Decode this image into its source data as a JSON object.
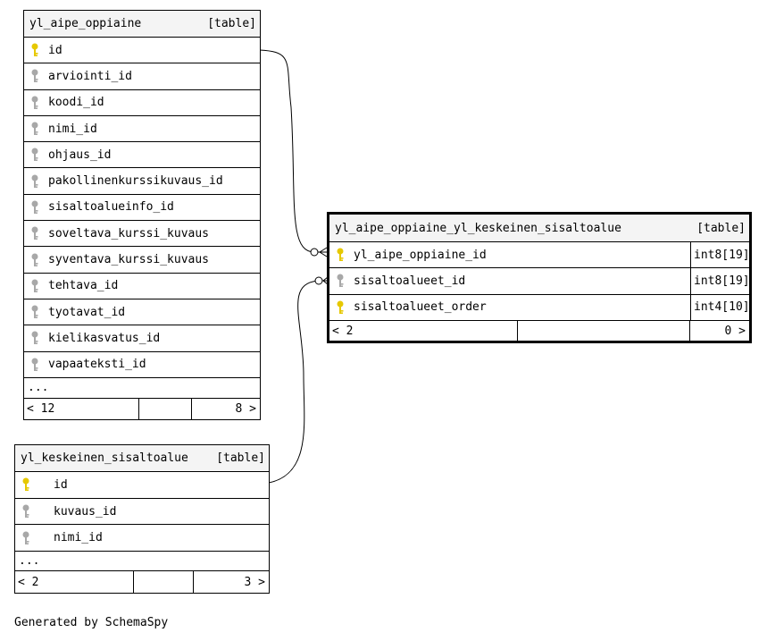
{
  "tables": {
    "oppiaine": {
      "name": "yl_aipe_oppiaine",
      "kind": "[table]",
      "columns": [
        {
          "name": "id",
          "key": "primary"
        },
        {
          "name": "arviointi_id",
          "key": "foreign"
        },
        {
          "name": "koodi_id",
          "key": "foreign"
        },
        {
          "name": "nimi_id",
          "key": "foreign"
        },
        {
          "name": "ohjaus_id",
          "key": "foreign"
        },
        {
          "name": "pakollinenkurssikuvaus_id",
          "key": "foreign"
        },
        {
          "name": "sisaltoalueinfo_id",
          "key": "foreign"
        },
        {
          "name": "soveltava_kurssi_kuvaus",
          "key": "foreign"
        },
        {
          "name": "syventava_kurssi_kuvaus",
          "key": "foreign"
        },
        {
          "name": "tehtava_id",
          "key": "foreign"
        },
        {
          "name": "tyotavat_id",
          "key": "foreign"
        },
        {
          "name": "kielikasvatus_id",
          "key": "foreign"
        },
        {
          "name": "vapaateksti_id",
          "key": "foreign"
        }
      ],
      "ellipsis": "...",
      "footer_left": "< 12",
      "footer_right": "8 >"
    },
    "junction": {
      "name": "yl_aipe_oppiaine_yl_keskeinen_sisaltoalue",
      "kind": "[table]",
      "columns": [
        {
          "name": "yl_aipe_oppiaine_id",
          "type": "int8[19]",
          "key": "primary"
        },
        {
          "name": "sisaltoalueet_id",
          "type": "int8[19]",
          "key": "foreign"
        },
        {
          "name": "sisaltoalueet_order",
          "type": "int4[10]",
          "key": "primary"
        }
      ],
      "footer_left": "< 2",
      "footer_right": "0 >"
    },
    "sisaltoalue": {
      "name": "yl_keskeinen_sisaltoalue",
      "kind": "[table]",
      "columns": [
        {
          "name": "id",
          "key": "primary"
        },
        {
          "name": "kuvaus_id",
          "key": "foreign"
        },
        {
          "name": "nimi_id",
          "key": "foreign"
        }
      ],
      "ellipsis": "...",
      "footer_left": "< 2",
      "footer_right": "3 >"
    }
  },
  "colors": {
    "primary_key": "#e6c800",
    "foreign_key": "#a8a8a8",
    "header_bg": "#f4f4f4",
    "line": "#000000"
  },
  "icons": {
    "primary_key": "key-icon",
    "foreign_key": "key-icon"
  },
  "generated_by": "Generated by SchemaSpy"
}
